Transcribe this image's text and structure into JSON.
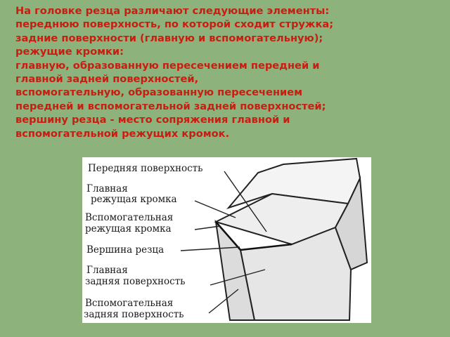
{
  "text": {
    "lines": [
      "На головке резца различают следующие элементы:",
      "переднюю поверхность, по которой сходит стружка;",
      "задние поверхности (главную и вспомогательную);",
      "режущие кромки:",
      "главную, образованную пересечением передней и",
      "главной задней поверхностей,",
      "вспомогательную, образованную пересечением",
      "передней и вспомогательной задней поверхностей;",
      "вершину резца - место сопряжения главной и",
      "вспомогательной режущих кромок."
    ]
  },
  "figure": {
    "labels": {
      "front_surface": "Передняя поверхность",
      "main_edge_1": "Главная",
      "main_edge_2": "режущая кромка",
      "aux_edge_1": "Вспомогательная",
      "aux_edge_2": "режущая кромка",
      "tip": "Вершина резца",
      "main_flank_1": "Главная",
      "main_flank_2": "задняя поверхность",
      "aux_flank_1": "Вспомогательная",
      "aux_flank_2": "задняя поверхность"
    }
  }
}
